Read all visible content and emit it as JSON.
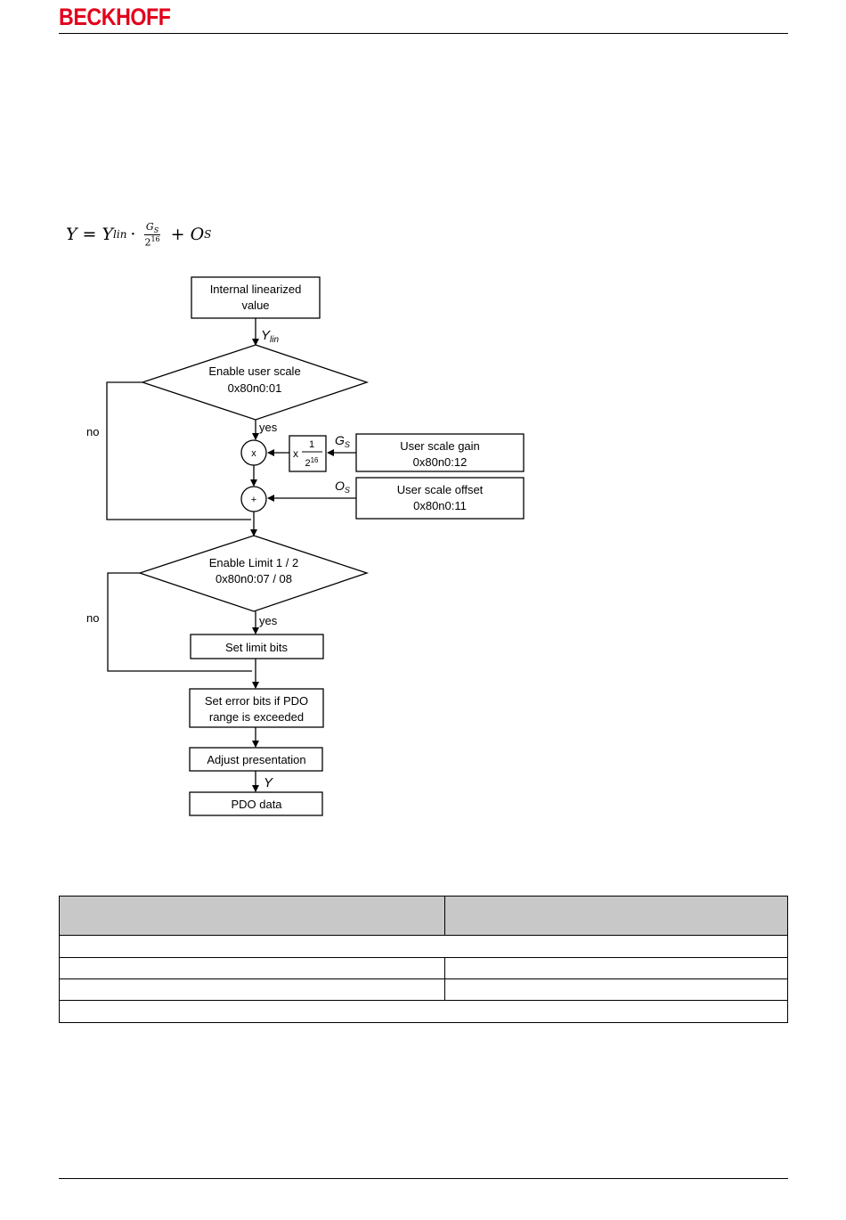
{
  "header": {
    "brand": "BECKHOFF"
  },
  "formula": {
    "lhs": "Y",
    "ylin_main": "Y",
    "ylin_sub": "lin",
    "gain_num": "G",
    "gain_num_sub": "S",
    "gain_den": "2",
    "gain_den_exp": "16",
    "offset_main": "O",
    "offset_sub": "S"
  },
  "flow": {
    "start_line1": "Internal linearized",
    "start_line2": "value",
    "ylin_label": "Y",
    "ylin_label_sub": "lin",
    "decision1_line1": "Enable user scale",
    "decision1_line2": "0x80n0:01",
    "yes1": "yes",
    "no1": "no",
    "mult_symbol": "x",
    "add_symbol": "+",
    "scale_x": "x",
    "scale_num": "1",
    "scale_den": "2",
    "scale_den_exp": "16",
    "gs_label": "G",
    "gs_label_sub": "S",
    "os_label": "O",
    "os_label_sub": "S",
    "gain_line1": "User scale gain",
    "gain_line2": "0x80n0:12",
    "offset_line1": "User scale offset",
    "offset_line2": "0x80n0:11",
    "decision2_line1": "Enable Limit 1 / 2",
    "decision2_line2": "0x80n0:07 / 08",
    "yes2": "yes",
    "no2": "no",
    "set_limit": "Set limit bits",
    "error_line1": "Set error bits if PDO",
    "error_line2": "range is exceeded",
    "adjust": "Adjust presentation",
    "y_label": "Y",
    "pdo": "PDO data"
  },
  "table": {
    "header": [
      "",
      ""
    ],
    "rows": [
      [
        "",
        ""
      ],
      [
        "",
        ""
      ]
    ],
    "merged_rows": [
      "",
      ""
    ]
  }
}
